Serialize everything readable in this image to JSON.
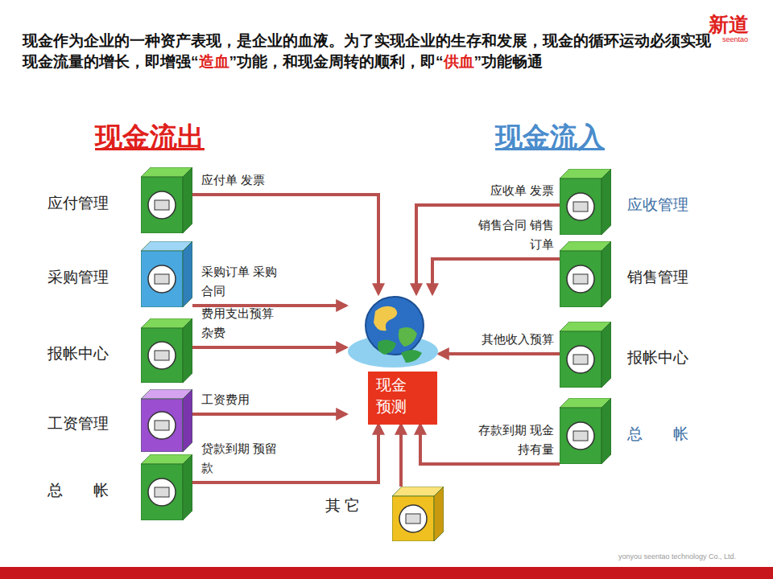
{
  "diagram": {
    "title": "现金作为企业的一种资产表现，是企业的血液。为了实现企业的生存和发展，现金的循环运动必须实现现金流量的增长，即增强“造血”功能，和现金周转的顺利，即“供血”功能畅通",
    "nodes": [
      {
        "text": [
          "应付管理"
        ]
      },
      {
        "text": [
          "应收管理"
        ]
      },
      {
        "text": [
          "采购管理"
        ]
      },
      {
        "text": [
          "销售管理"
        ]
      },
      {
        "text": [
          "报帐中心"
        ]
      },
      {
        "text": [
          "报帐中心"
        ]
      },
      {
        "text": [
          "工资管理"
        ]
      },
      {
        "text": [
          "总　　帐"
        ]
      },
      {
        "text": [
          "总　　帐"
        ]
      },
      {
        "text": [
          "现金 预测"
        ]
      },
      {
        "text": [
          "其 它"
        ]
      }
    ],
    "edges": [
      {
        "from": 0,
        "to": 9,
        "arrow": "to",
        "label": "应付单 发票"
      },
      {
        "from": 1,
        "to": 9,
        "arrow": "to",
        "label": "应收单 发票"
      },
      {
        "from": 2,
        "to": 9,
        "arrow": "to",
        "label": "采购订单 采购合同"
      },
      {
        "from": 3,
        "to": 9,
        "arrow": "to",
        "label": "销售合同 销售订单"
      },
      {
        "from": 4,
        "to": 9,
        "arrow": "to",
        "label": "费用支出预算 杂费"
      },
      {
        "from": 5,
        "to": 9,
        "arrow": "to",
        "label": "其他收入预算"
      },
      {
        "from": 6,
        "to": 9,
        "arrow": "to",
        "label": "工资费用"
      },
      {
        "from": 7,
        "to": 9,
        "arrow": "to",
        "label": "贷款到期 预留款"
      },
      {
        "from": 8,
        "to": 9,
        "arrow": "to",
        "label": "存款到期 现金持有量"
      },
      {
        "from": 10,
        "to": 9,
        "arrow": "to"
      }
    ],
    "labels": [
      "现金流出",
      "现金流入",
      "新道",
      "seentao",
      "yonyou seentao technology Co., Ltd."
    ]
  }
}
